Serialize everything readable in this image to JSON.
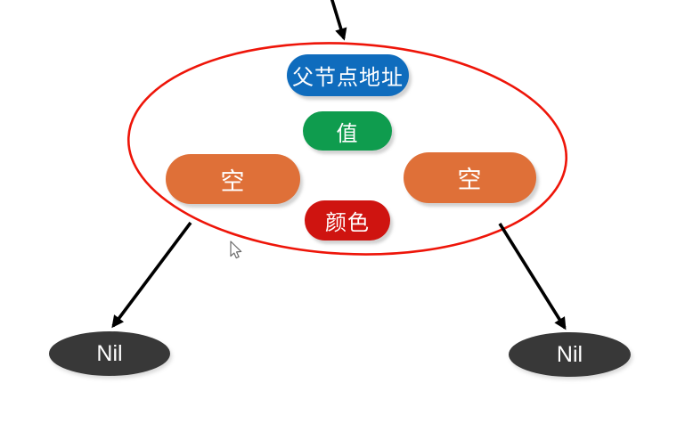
{
  "diagram": {
    "node": {
      "parent_label": "父节点地址",
      "value_label": "值",
      "left_child_label": "空",
      "right_child_label": "空",
      "color_label": "颜色"
    },
    "leaves": {
      "left_label": "Nil",
      "right_label": "Nil"
    },
    "colors": {
      "parent_field": "#0f6cbd",
      "value_field": "#0f9c4e",
      "child_field": "#df7038",
      "color_field": "#cf1410",
      "nil_node": "#383838",
      "boundary_ellipse": "#ee1509",
      "arrow": "#000000",
      "label_text": "#ffffff"
    }
  }
}
